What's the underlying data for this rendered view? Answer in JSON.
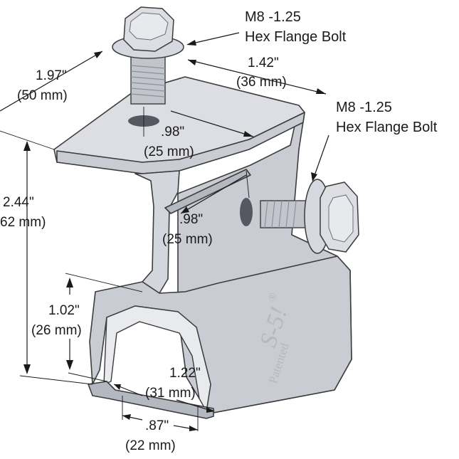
{
  "callouts": {
    "bolt_top": {
      "line1": "M8 -1.25",
      "line2": "Hex Flange Bolt"
    },
    "bolt_side": {
      "line1": "M8 -1.25",
      "line2": "Hex Flange Bolt"
    }
  },
  "dimensions": {
    "depth": {
      "imperial": "1.97\"",
      "metric": "(50 mm)"
    },
    "top_width": {
      "imperial": "1.42\"",
      "metric": "(36 mm)"
    },
    "top_hole": {
      "imperial": ".98\"",
      "metric": "(25 mm)"
    },
    "height": {
      "imperial": "2.44\"",
      "metric": "62 mm)"
    },
    "side_hole": {
      "imperial": ".98\"",
      "metric": "(25 mm)"
    },
    "slot_height": {
      "imperial": "1.02\"",
      "metric": "(26 mm)"
    },
    "slot_width": {
      "imperial": "1.22\"",
      "metric": "(31 mm)"
    },
    "opening_width": {
      "imperial": ".87\"",
      "metric": "(22 mm)"
    }
  },
  "brand": {
    "logo": "S-5!",
    "registered": "®",
    "stamp": "Patented"
  },
  "colors": {
    "metal_light": "#dcdee3",
    "metal_mid": "#c9ccd3",
    "metal_dark": "#b4b8c0",
    "edge": "#3c3c3c",
    "hole": "#555861"
  }
}
